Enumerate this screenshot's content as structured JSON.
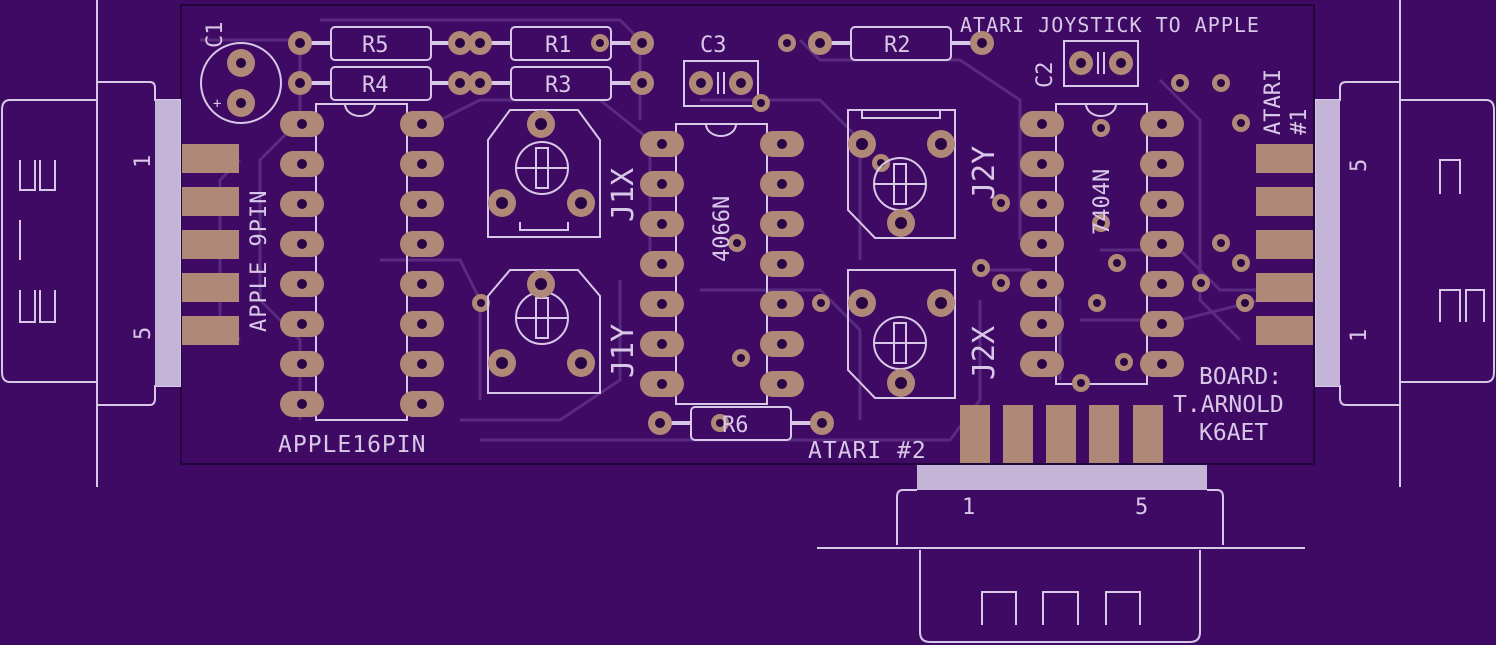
{
  "board": {
    "title": "ATARI JOYSTICK TO APPLE",
    "credit_line1": "BOARD:",
    "credit_line2": "T.ARNOLD",
    "credit_line3": "K6AET"
  },
  "connectors": {
    "apple9": {
      "label": "APPLE 9PIN",
      "pin_first": "1",
      "pin_last": "5"
    },
    "atari1": {
      "label_line1": "ATARI",
      "label_line2": "#1",
      "pin_first": "5",
      "pin_last": "1"
    },
    "atari2": {
      "label": "ATARI #2",
      "pin_first": "1",
      "pin_last": "5"
    },
    "apple16": {
      "label": "APPLE16PIN"
    }
  },
  "chips": {
    "u1": "4066N",
    "u2": "7404N"
  },
  "components": {
    "r1": "R1",
    "r2": "R2",
    "r3": "R3",
    "r4": "R4",
    "r5": "R5",
    "r6": "R6",
    "c1": "C1",
    "c2": "C2",
    "c3": "C3"
  },
  "pots": {
    "j1x": "J1X",
    "j1y": "J1Y",
    "j2x": "J2X",
    "j2y": "J2Y"
  },
  "colors": {
    "background": "#3f0a63",
    "silkscreen": "#d8c8e8",
    "copper_pad": "#b08878",
    "trace": "#5a2a80"
  }
}
